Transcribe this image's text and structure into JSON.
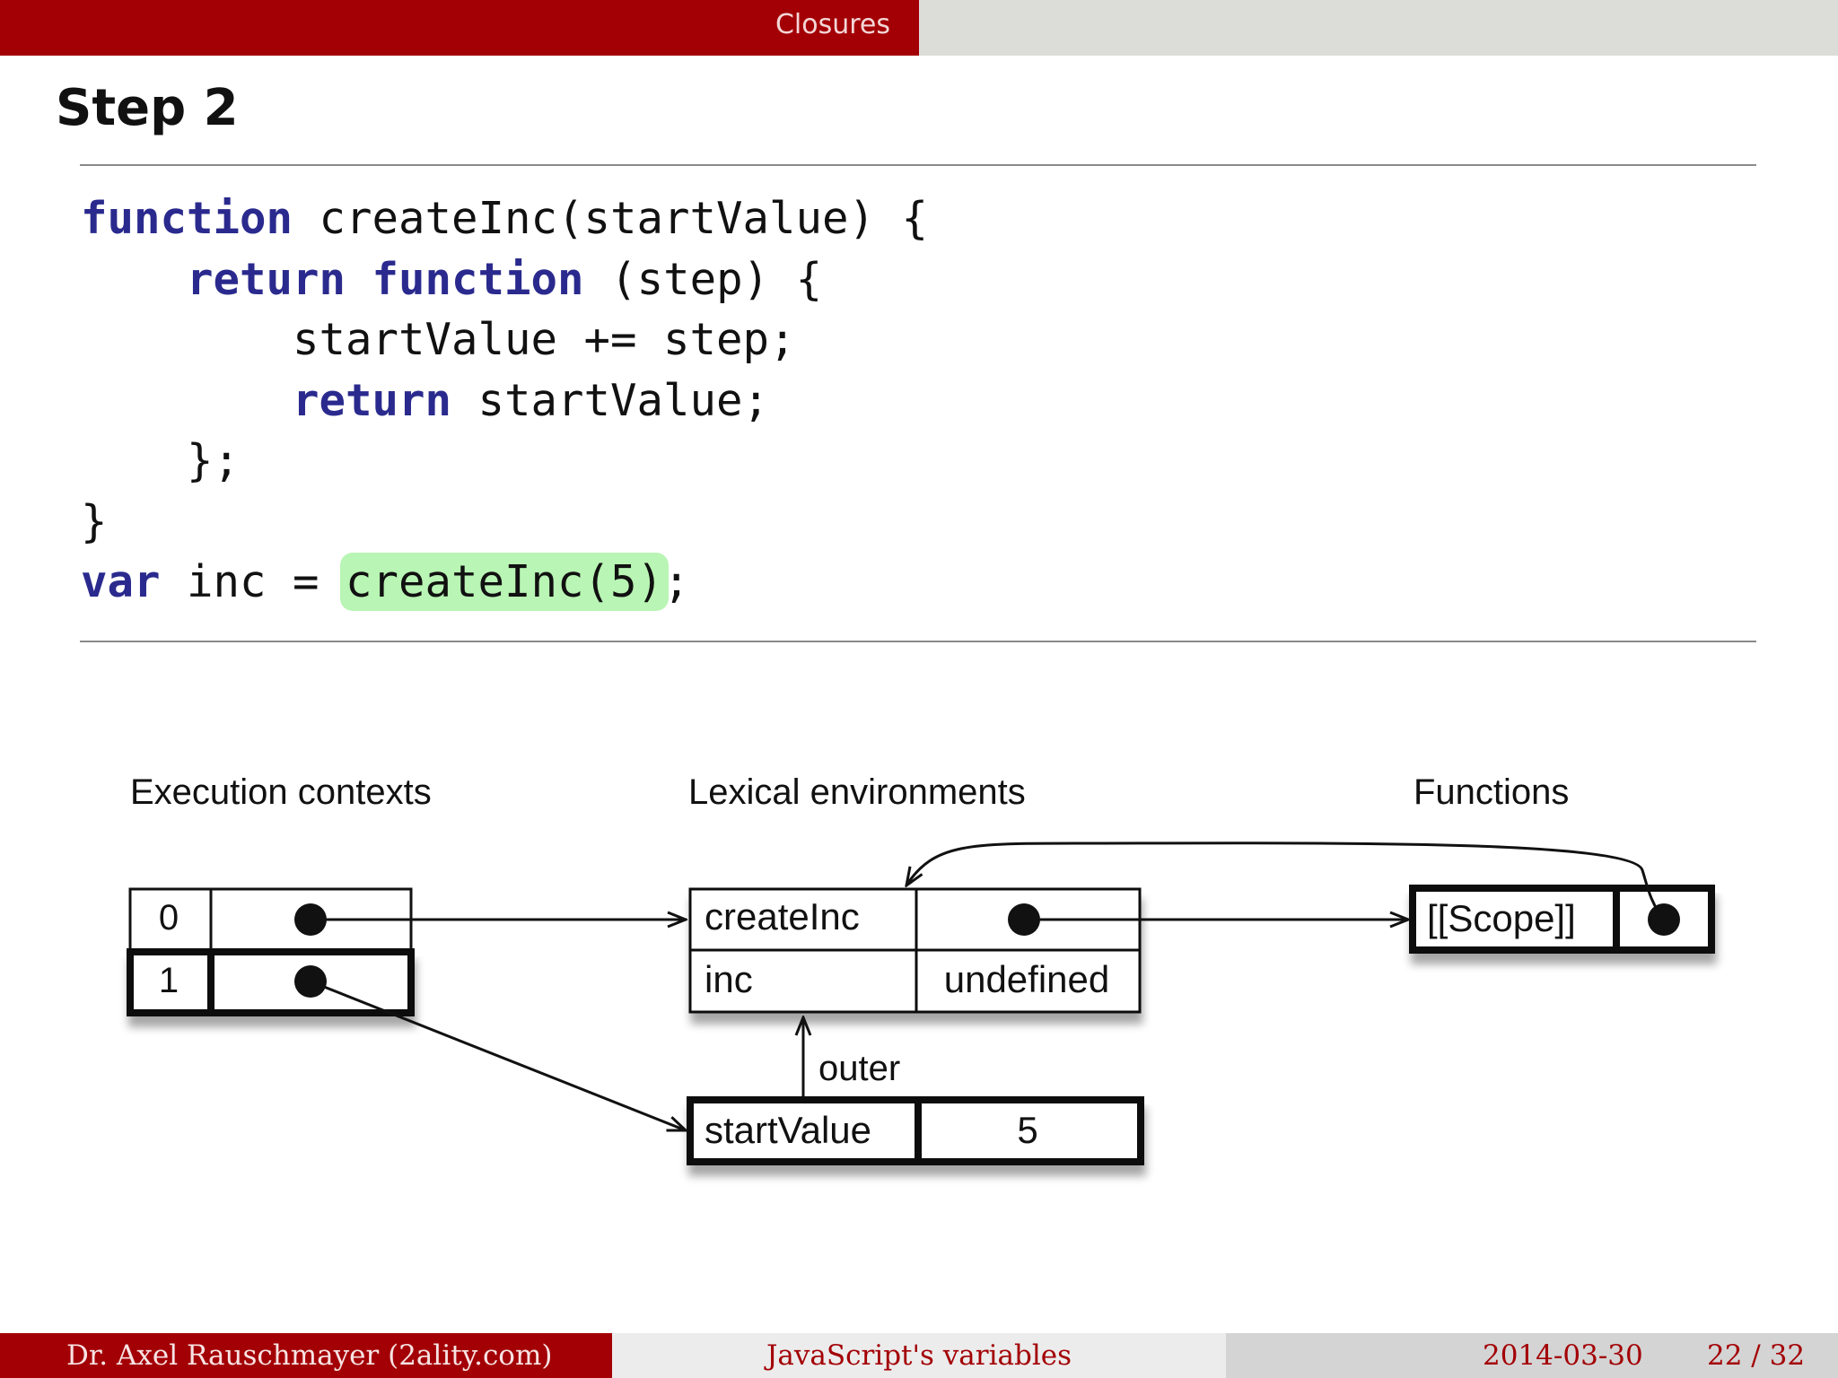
{
  "header": {
    "section_title": "Closures"
  },
  "slide": {
    "title": "Step 2"
  },
  "code": {
    "lines": [
      [
        {
          "kw": true,
          "t": "function"
        },
        {
          "t": " createInc(startValue) {"
        }
      ],
      [
        {
          "t": "    "
        },
        {
          "kw": true,
          "t": "return"
        },
        {
          "t": " "
        },
        {
          "kw": true,
          "t": "function"
        },
        {
          "t": " (step) {"
        }
      ],
      [
        {
          "t": "        startValue += step;"
        }
      ],
      [
        {
          "t": "        "
        },
        {
          "kw": true,
          "t": "return"
        },
        {
          "t": " startValue;"
        }
      ],
      [
        {
          "t": "    };"
        }
      ],
      [
        {
          "t": "}"
        }
      ],
      [
        {
          "kw": true,
          "t": "var"
        },
        {
          "t": " inc = "
        },
        {
          "hl": true,
          "t": "createInc(5)"
        },
        {
          "t": ";"
        }
      ]
    ],
    "highlight_color": "#b9f5b4",
    "keyword_color": "#2a2a8e"
  },
  "diagram": {
    "headings": {
      "execution_contexts": "Execution contexts",
      "lexical_environments": "Lexical environments",
      "functions": "Functions"
    },
    "execution_contexts": [
      {
        "index": "0"
      },
      {
        "index": "1"
      }
    ],
    "global_env": {
      "rows": [
        {
          "name": "createInc",
          "value": ""
        },
        {
          "name": "inc",
          "value": "undefined"
        }
      ]
    },
    "call_env": {
      "rows": [
        {
          "name": "startValue",
          "value": "5"
        }
      ],
      "outer_label": "outer"
    },
    "function_object": {
      "slot": "[[Scope]]"
    }
  },
  "footer": {
    "author": "Dr. Axel Rauschmayer (2ality.com)",
    "talk_title": "JavaScript's variables",
    "date": "2014-03-30",
    "page": "22 / 32"
  },
  "colors": {
    "header_red": "#a30005",
    "header_gray": "#dcdcd9"
  }
}
